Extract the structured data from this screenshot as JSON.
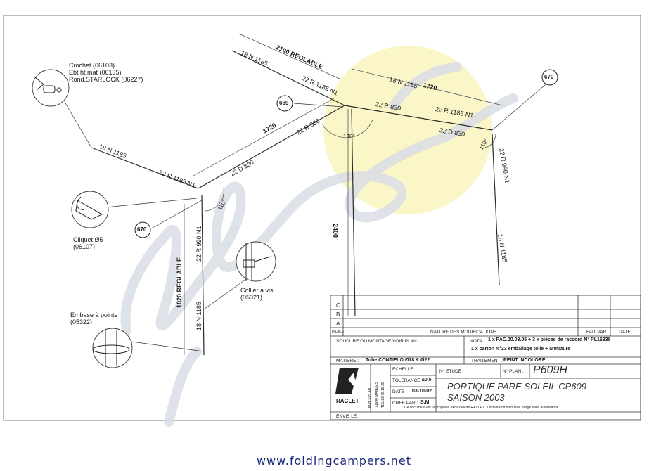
{
  "callouts": {
    "crochet": [
      "Crochet (06103)",
      "Ebt ht.mat (06135)",
      "Rond.STARLOCK (06227)"
    ],
    "cliquet": [
      "Cliquet Ø5",
      "(06107)"
    ],
    "collier": [
      "Collier à vis",
      "(05321)"
    ],
    "embase": [
      "Embase à pointe",
      "(05322)"
    ],
    "bubble_670": "670",
    "bubble_669": "669"
  },
  "dimensions": {
    "top_span": "2100 RÉGLABLE",
    "left_1720": "1720",
    "right_1720": "1720",
    "height_2400": "2400",
    "left_height": "1820 RÉGLABLE",
    "tube_18n1185": "18 N 1185",
    "tube_22r1185n1": "22 R 1185 N1",
    "tube_22r830": "22 R 830",
    "tube_22d830": "22 D 830",
    "tube_22r990n1": "22 R 990 N1",
    "angle_110": "110°",
    "angle_138": "138°"
  },
  "revisions": {
    "rows": [
      "C",
      "B",
      "A"
    ],
    "col_index": "INDICE",
    "col_nature": "NATURE DES MODIFICATIONS",
    "col_fait": "FAIT PAR",
    "col_date": "DATE"
  },
  "notes": {
    "soudure": "SOUDURE OU MONTAGE VOIR PLAN :",
    "nota_label": "NOTA :",
    "nota_1": "1 x PAC.00.03.05   + 3 x pièces de raccord N° PL16338",
    "nota_2": "1 x  carton N°23 emballage toile + armature"
  },
  "title_block": {
    "matiere_label": "MATIERE :",
    "matiere_value": "Tube CONTIFLO Ø18 & Ø22",
    "traitement_label": "TRAITEMENT :",
    "traitement_value": "PEINT INCOLORE",
    "echelle_label": "ECHELLE :",
    "tolerance_label": "TOLERANCE :",
    "tolerance_value": "±0.5",
    "date_label": "DATE :",
    "date_value": "03-10-02",
    "cree_label": "CREE PAR :",
    "cree_value": "S.M.",
    "netude_label": "N° ETUDE :",
    "nplan_label": "N° PLAN :",
    "nplan_value": "P609H",
    "title_line1": "PORTIQUE PARE SOLEIL   CP609",
    "title_line2": "SAISON     2003",
    "brand": "RACLET",
    "address": [
      "MAT ECLAR",
      "71600 MANGES",
      "TEL 83.75.18.39"
    ],
    "copyright": "Ce document est la propriété exclusive de RACLET. Il est interdit d'en faire usage sans autorisation.",
    "envis_label": "ENVIS LE :"
  },
  "footer": {
    "url": "www.foldingcampers.net"
  },
  "colors": {
    "line": "#2a2a2a",
    "watermark": "#d9dde6",
    "sun": "#fbf6c8",
    "url": "#1a2a7a"
  }
}
